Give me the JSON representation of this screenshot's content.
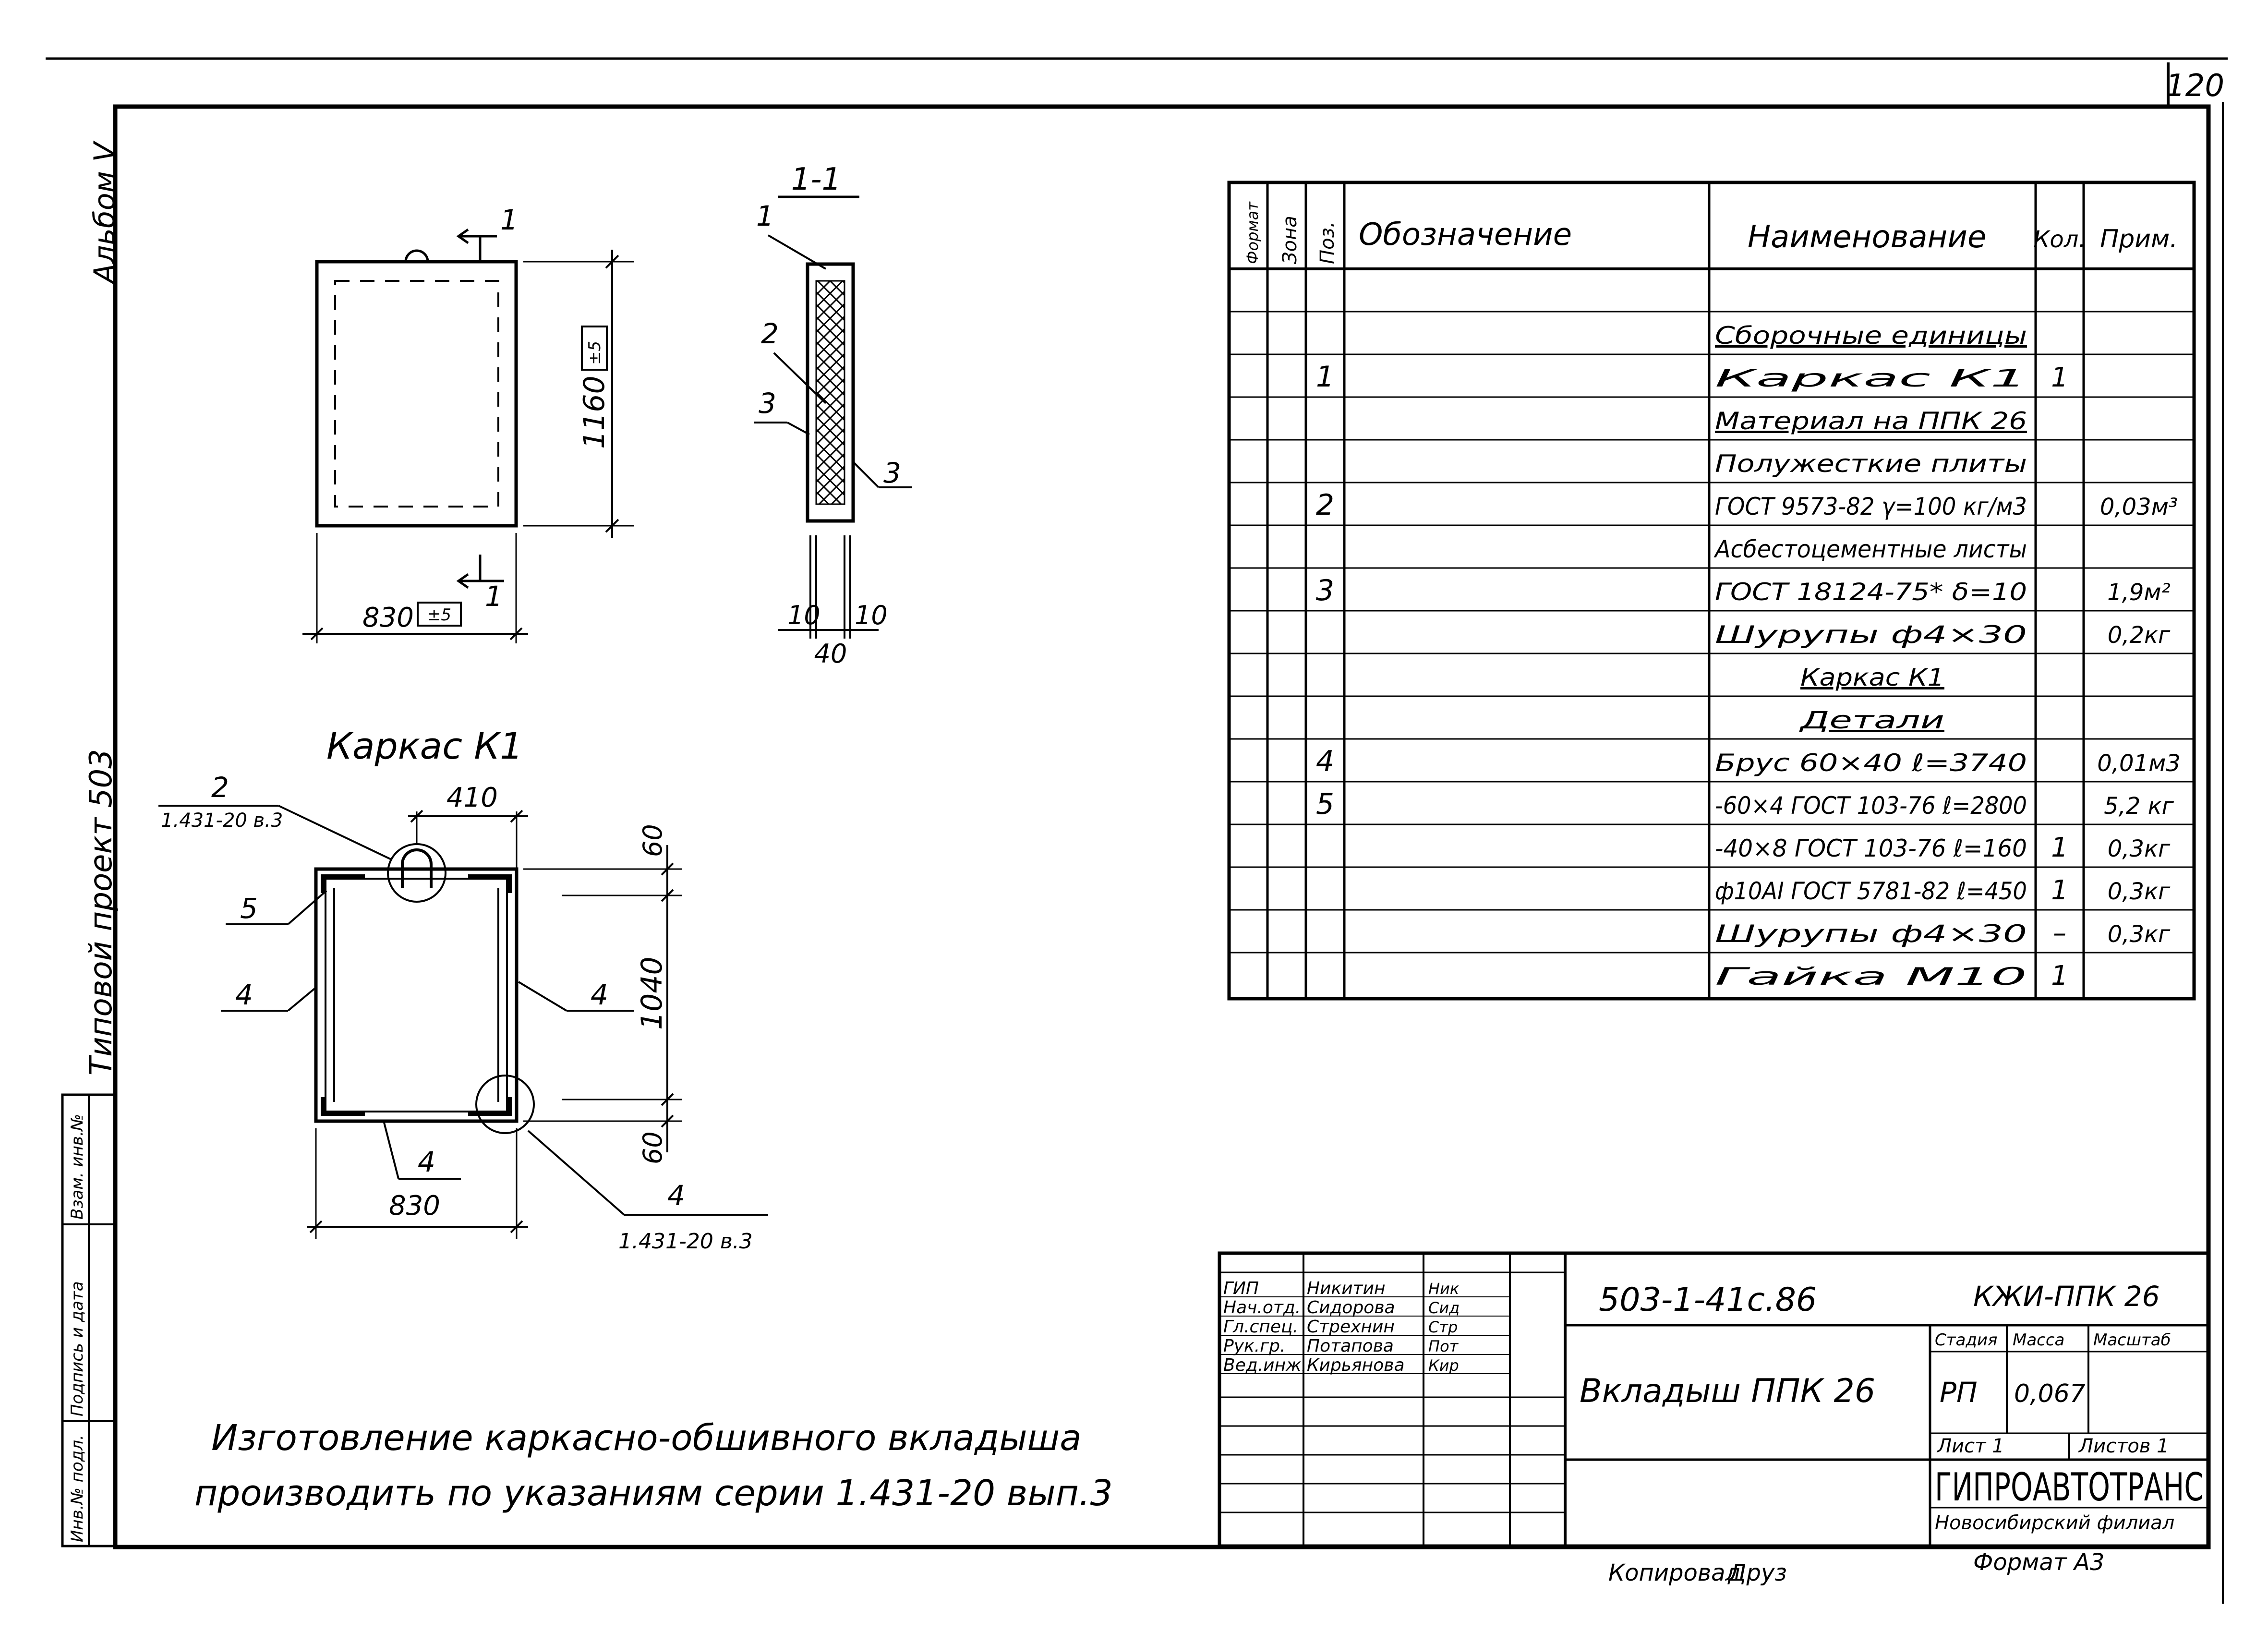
{
  "sheet_number": "120",
  "album": "Альбом V",
  "project_label": "Типовой проект 503",
  "views": {
    "front": {
      "section_marker": "1",
      "dim_height": "1160",
      "dim_width": "830",
      "tolerance": "±5"
    },
    "section": {
      "title": "1-1",
      "callout_1": "1",
      "callout_2": "2",
      "callout_3_left": "3",
      "callout_3_right": "3",
      "dim_left": "10",
      "dim_right": "10",
      "dim_total": "40"
    },
    "frame": {
      "title": "Каркас К1",
      "ref_top_num": "2",
      "ref_top_doc": "1.431-20 в.3",
      "dim_top": "410",
      "dim_h_top": "60",
      "dim_height": "1040",
      "dim_h_bottom": "60",
      "dim_width": "830",
      "label_5": "5",
      "label_4_left": "4",
      "label_4_right": "4",
      "label_4_bottom": "4",
      "ref_bottom_num": "4",
      "ref_bottom_doc": "1.431-20 в.3"
    }
  },
  "spec": {
    "headers": {
      "format": "Формат",
      "zone": "Зона",
      "pos": "Поз.",
      "designation": "Обозначение",
      "name": "Наименование",
      "qty": "Кол.",
      "note": "Прим."
    },
    "rows": [
      {
        "pos": "",
        "name": "",
        "qty": "",
        "note": ""
      },
      {
        "pos": "",
        "name": "Сборочные единицы",
        "qty": "",
        "note": "",
        "underline": true
      },
      {
        "pos": "1",
        "name": "Каркас К1",
        "qty": "1",
        "note": ""
      },
      {
        "pos": "",
        "name": "Материал на ППК 26",
        "qty": "",
        "note": "",
        "underline": true
      },
      {
        "pos": "",
        "name": "Полужесткие плиты",
        "qty": "",
        "note": ""
      },
      {
        "pos": "2",
        "name": "ГОСТ 9573-82 γ=100 кг/м3",
        "qty": "",
        "note": "0,03м³"
      },
      {
        "pos": "",
        "name": "Асбестоцементные листы",
        "qty": "",
        "note": ""
      },
      {
        "pos": "3",
        "name": "ГОСТ 18124-75* δ=10",
        "qty": "",
        "note": "1,9м²"
      },
      {
        "pos": "",
        "name": "Шурупы ф4×30",
        "qty": "",
        "note": "0,2кг"
      },
      {
        "pos": "",
        "name": "Каркас К1",
        "qty": "",
        "note": "",
        "underline": true,
        "center": true
      },
      {
        "pos": "",
        "name": "Детали",
        "qty": "",
        "note": "",
        "underline": true,
        "center": true
      },
      {
        "pos": "4",
        "name": "Брус 60×40 ℓ=3740",
        "qty": "",
        "note": "0,01м3"
      },
      {
        "pos": "5",
        "name": "-60×4 ГОСТ 103-76 ℓ=2800",
        "qty": "",
        "note": "5,2 кг"
      },
      {
        "pos": "",
        "name": "-40×8 ГОСТ 103-76 ℓ=160",
        "qty": "1",
        "note": "0,3кг"
      },
      {
        "pos": "",
        "name": "ф10АI ГОСТ 5781-82 ℓ=450",
        "qty": "1",
        "note": "0,3кг"
      },
      {
        "pos": "",
        "name": "Шурупы ф4×30",
        "qty": "–",
        "note": "0,3кг"
      },
      {
        "pos": "",
        "name": "Гайка М10",
        "qty": "1",
        "note": ""
      }
    ]
  },
  "note_text": [
    "Изготовление каркасно-обшивного вкладыша",
    "производить по указаниям серии 1.431-20 вып.3"
  ],
  "left_strip": [
    "Инв.№ подл.",
    "Подпись и дата",
    "Взам. инв.№"
  ],
  "title_block": {
    "doc_code": "503-1-41с.86",
    "mark": "КЖИ-ППК 26",
    "title": "Вкладыш ППК 26",
    "signatures": [
      {
        "role": "ГИП",
        "name": "Никитин",
        "sign": "Ник"
      },
      {
        "role": "Нач.отд.",
        "name": "Сидорова",
        "sign": "Сид"
      },
      {
        "role": "Гл.спец.",
        "name": "Стрехнин",
        "sign": "Стр"
      },
      {
        "role": "Рук.гр.",
        "name": "Потапова",
        "sign": "Пот"
      },
      {
        "role": "Вед.инж.",
        "name": "Кирьянова",
        "sign": "Кир"
      }
    ],
    "stage_label": "Стадия",
    "mass_label": "Масса",
    "scale_label": "Масштаб",
    "stage": "РП",
    "mass": "0,067",
    "scale": "",
    "sheet_label": "Лист 1",
    "sheets_label": "Листов 1",
    "org": "ГИПРОАВТОТРАНС",
    "branch": "Новосибирский филиал"
  },
  "footer": {
    "copied": "Копировал",
    "copied_sign": "Друз",
    "format": "Формат А3"
  }
}
